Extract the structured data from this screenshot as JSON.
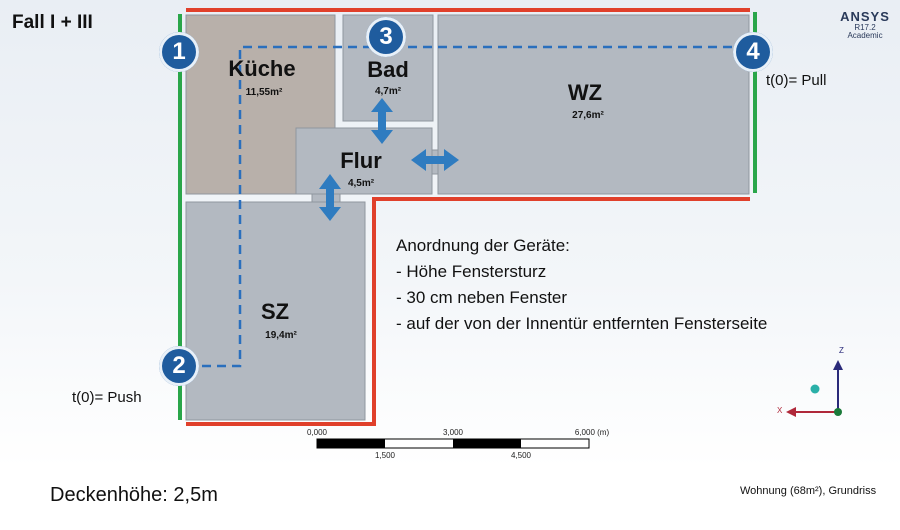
{
  "case_title": "Fall I + III",
  "logo": {
    "line1": "ANSYS",
    "line2": "R17.2",
    "line3": "Academic"
  },
  "rooms": {
    "kueche": {
      "name": "Küche",
      "area": "11,55m²"
    },
    "bad": {
      "name": "Bad",
      "area": "4,7m²"
    },
    "wz": {
      "name": "WZ",
      "area": "27,6m²"
    },
    "flur": {
      "name": "Flur",
      "area": "4,5m²"
    },
    "sz": {
      "name": "SZ",
      "area": "19,4m²"
    }
  },
  "markers": [
    "1",
    "2",
    "3",
    "4"
  ],
  "annotations": {
    "pull": "t(0)= Pull",
    "push": "t(0)= Push"
  },
  "notes": {
    "title": "Anordnung der Geräte:",
    "items": [
      "- Höhe Fenstersturz",
      "- 30 cm neben Fenster",
      "- auf der von der Innentür entfernten Fensterseite"
    ]
  },
  "scale": {
    "top": [
      "0,000",
      "3,000",
      "6,000 (m)"
    ],
    "bottom": [
      "1,500",
      "4,500"
    ]
  },
  "axes": {
    "z": "Z",
    "x": "X"
  },
  "ceiling_height": "Deckenhöhe: 2,5m",
  "footnote": "Wohnung (68m²), Grundriss",
  "colors": {
    "room_fill": "#b3b9c1",
    "kitchen_fill": "#b8b0aa",
    "room_edge": "#8f969e",
    "wall_red": "#e0402b",
    "wall_green": "#2aa64a",
    "arrow_blue": "#2f7cc0",
    "path_dash": "#2a6fbd",
    "marker_blue": "#1f5c9e"
  }
}
